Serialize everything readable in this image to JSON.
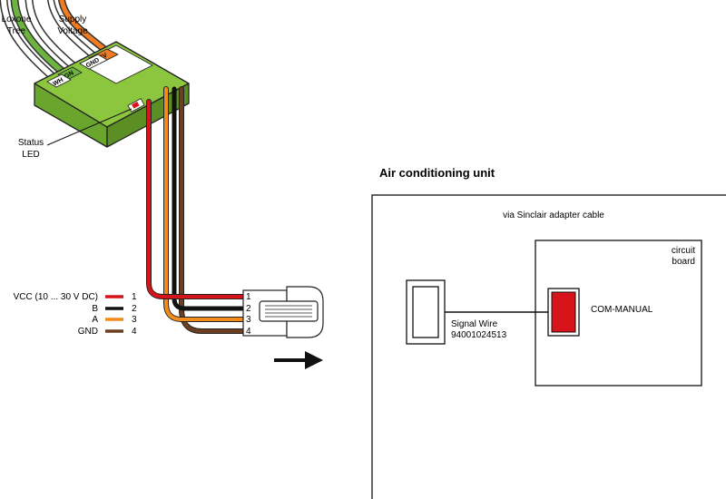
{
  "cables": {
    "loxone_line1": "Loxone",
    "loxone_line2": "Tree",
    "supply_line1": "Supply",
    "supply_line2": "Voltage"
  },
  "module": {
    "terminal_24v": "24V",
    "terminal_gnd": "GND",
    "terminal_gn": "GN",
    "terminal_wh": "WH",
    "status_led_line1": "Status",
    "status_led_line2": "LED"
  },
  "wire_legend": [
    {
      "label": "VCC (10 ... 30 V DC)",
      "pin": "1",
      "color": "#d7141a"
    },
    {
      "label": "B",
      "pin": "2",
      "color": "#111111"
    },
    {
      "label": "A",
      "pin": "3",
      "color": "#f28c1c"
    },
    {
      "label": "GND",
      "pin": "4",
      "color": "#6b3f1f"
    }
  ],
  "connector_pins": [
    "1",
    "2",
    "3",
    "4"
  ],
  "ac_unit": {
    "title": "Air conditioning unit",
    "adapter_note": "via Sinclair adapter cable",
    "board_line1": "circuit",
    "board_line2": "board",
    "port_label": "COM-MANUAL",
    "signal_wire_line1": "Signal Wire",
    "signal_wire_line2": "94001024513"
  },
  "colors": {
    "module_green": "#7ab833",
    "module_green_dark": "#5e9425",
    "loxone_green": "#6db33f",
    "supply_orange": "#ef7b22",
    "port_red": "#d7141a"
  }
}
